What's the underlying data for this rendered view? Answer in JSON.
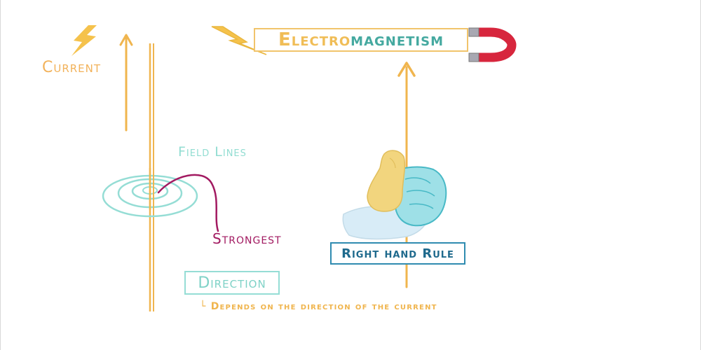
{
  "title": {
    "part1": "Electro",
    "part2": "magnetism"
  },
  "labels": {
    "current": "Current",
    "field_lines": "Field Lines",
    "strongest": "Strongest",
    "direction": "Direction",
    "depends": "└ Depends on the direction of the current",
    "right_hand_rule": "Right hand Rule"
  },
  "icons": {
    "lightning_small": "lightning-bolt-icon",
    "lightning_title": "lightning-bolt-icon",
    "magnet": "horseshoe-magnet-icon",
    "hand": "thumbs-up-hand-icon"
  },
  "colors": {
    "orange": "#f0b54e",
    "yellow": "#f4c04a",
    "teal": "#8fdcd2",
    "magenta": "#a21a61",
    "blue": "#2f8bb0",
    "magnet_red": "#d7263d"
  }
}
